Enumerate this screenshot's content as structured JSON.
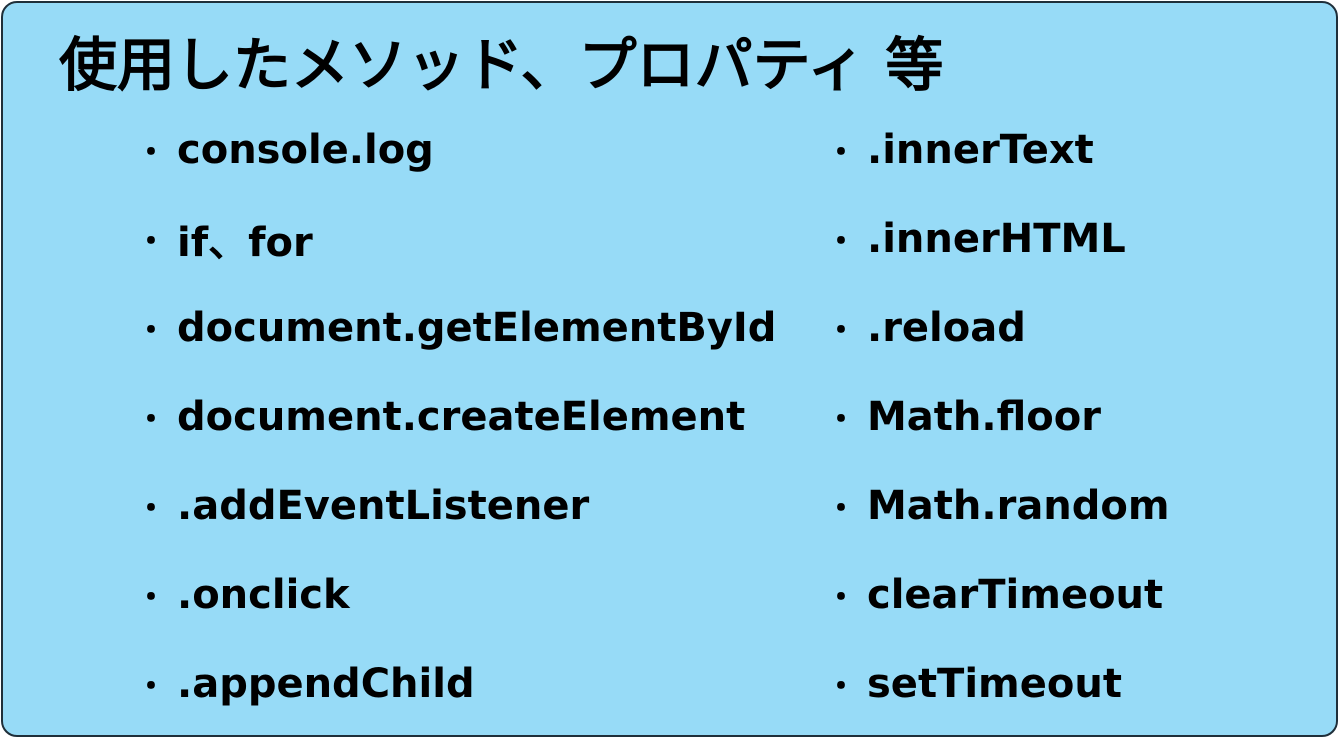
{
  "title": "使用したメソッド、プロパティ 等",
  "bullet_glyph": "・",
  "left_column": [
    "console.log",
    "if、for",
    "document.getElementById",
    "document.createElement",
    ".addEventListener",
    ".onclick",
    ".appendChild"
  ],
  "right_column": [
    ".innerText",
    ".innerHTML",
    ".reload",
    "Math.floor",
    "Math.random",
    "clearTimeout",
    "setTimeout"
  ]
}
